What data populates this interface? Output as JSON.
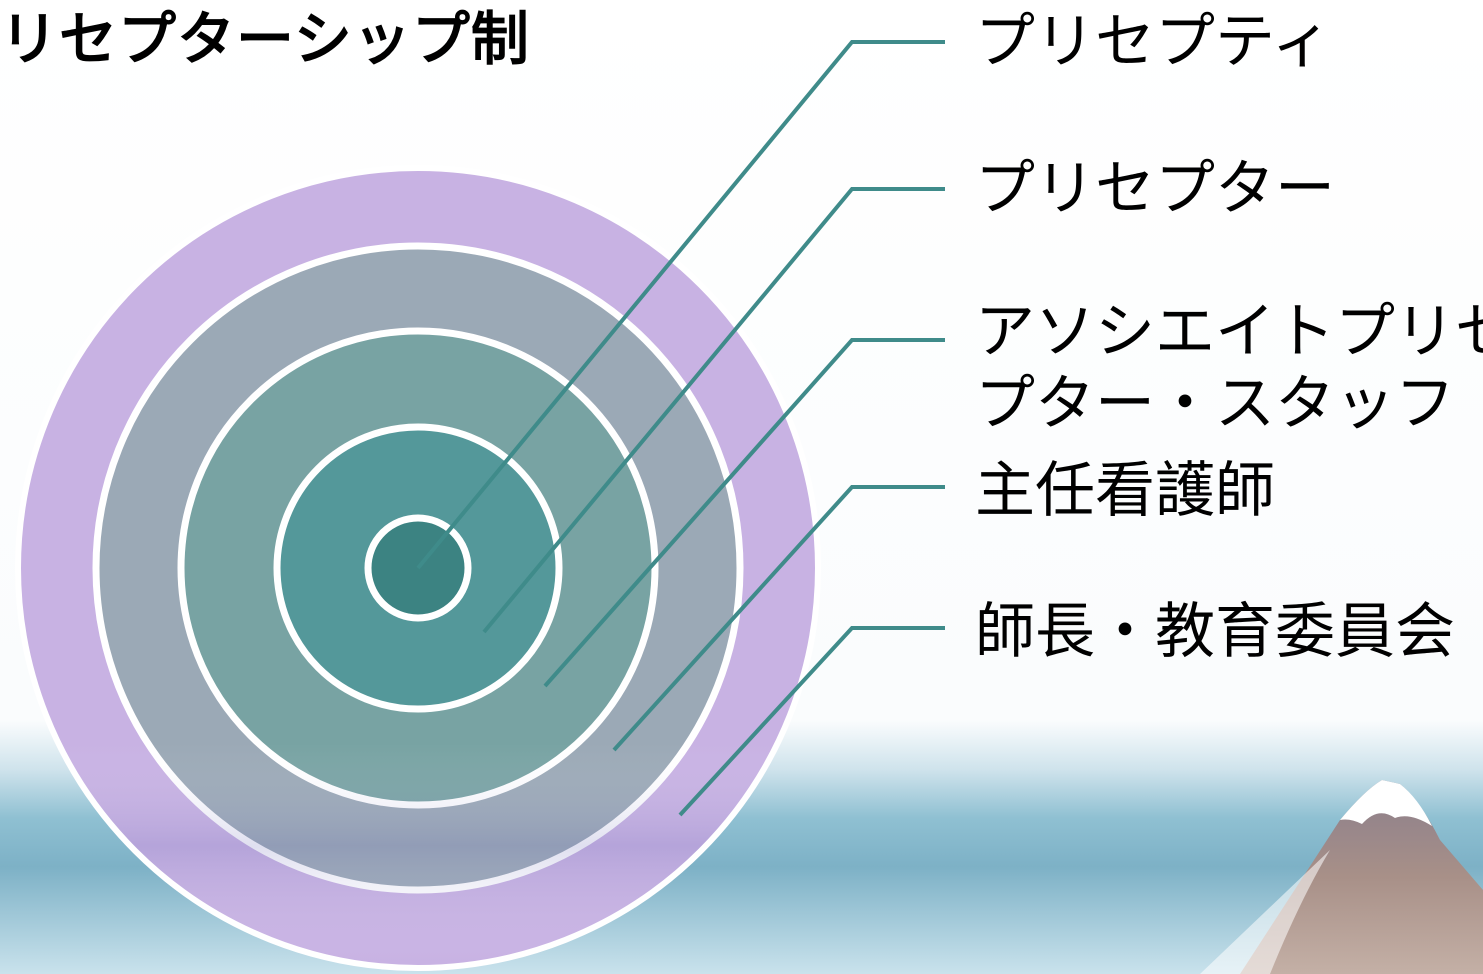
{
  "title": "リセプターシップ制",
  "colors": {
    "ring_outer": "#c8b2e3",
    "ring_2": "#9ba9b6",
    "ring_3": "#78a3a3",
    "ring_4": "#54989a",
    "ring_core": "#3c8382",
    "leader_line": "#3f8b8a",
    "ring_border": "#ffffff",
    "sky_top": "#ffffff",
    "sea_blue": "#7fb3c9",
    "mountain": "#a88f86",
    "snow": "#ffffff"
  },
  "icons": {
    "background": "sky-sea-mountain-scene",
    "rings": "concentric-circles"
  },
  "diagram": {
    "type": "concentric-circles",
    "items": [
      {
        "label_lines": [
          "プリセプティ"
        ]
      },
      {
        "label_lines": [
          "プリセプター"
        ]
      },
      {
        "label_lines": [
          "アソシエイトプリセ",
          "プター・スタッフ"
        ]
      },
      {
        "label_lines": [
          "主任看護師"
        ]
      },
      {
        "label_lines": [
          "師長・教育委員会"
        ]
      }
    ]
  }
}
